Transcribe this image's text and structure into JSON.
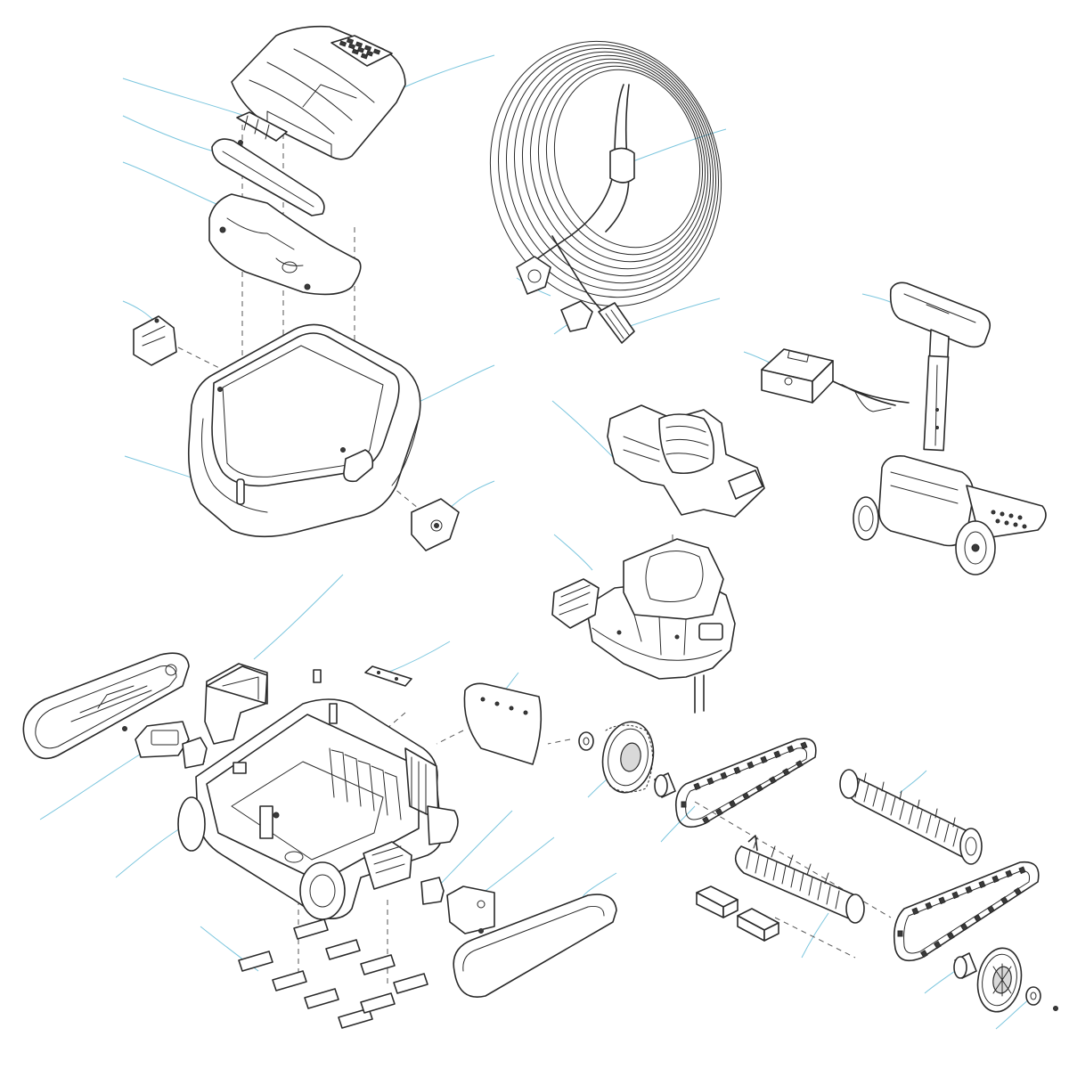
{
  "diagram": {
    "type": "exploded-parts-view",
    "leader_line_color": "#7cc6de",
    "line_color": "#2a2a2a",
    "background": "#ffffff",
    "parts": [
      "top-cover",
      "cover-grille-insert",
      "carry-handle",
      "handle-bracket",
      "side-clip-left",
      "body-shell",
      "side-clip-right",
      "front-logo-insert",
      "floating-cable-coil",
      "cable-swivel",
      "cable-connector",
      "caddy-cart",
      "power-supply",
      "filter-housing",
      "motor-unit",
      "side-panel-left",
      "side-panel-right",
      "chassis-base",
      "bracket-left",
      "bracket-right",
      "small-bar",
      "curved-flap",
      "pump-block",
      "drive-gear-left",
      "bushing-left",
      "track-left",
      "roller-brush-top",
      "roller-brush-bottom",
      "track-right",
      "bushing-right",
      "drive-gear-right",
      "washer-right",
      "foam-pad-left",
      "foam-pad-right",
      "bottom-clips",
      "sensor-cover"
    ]
  }
}
